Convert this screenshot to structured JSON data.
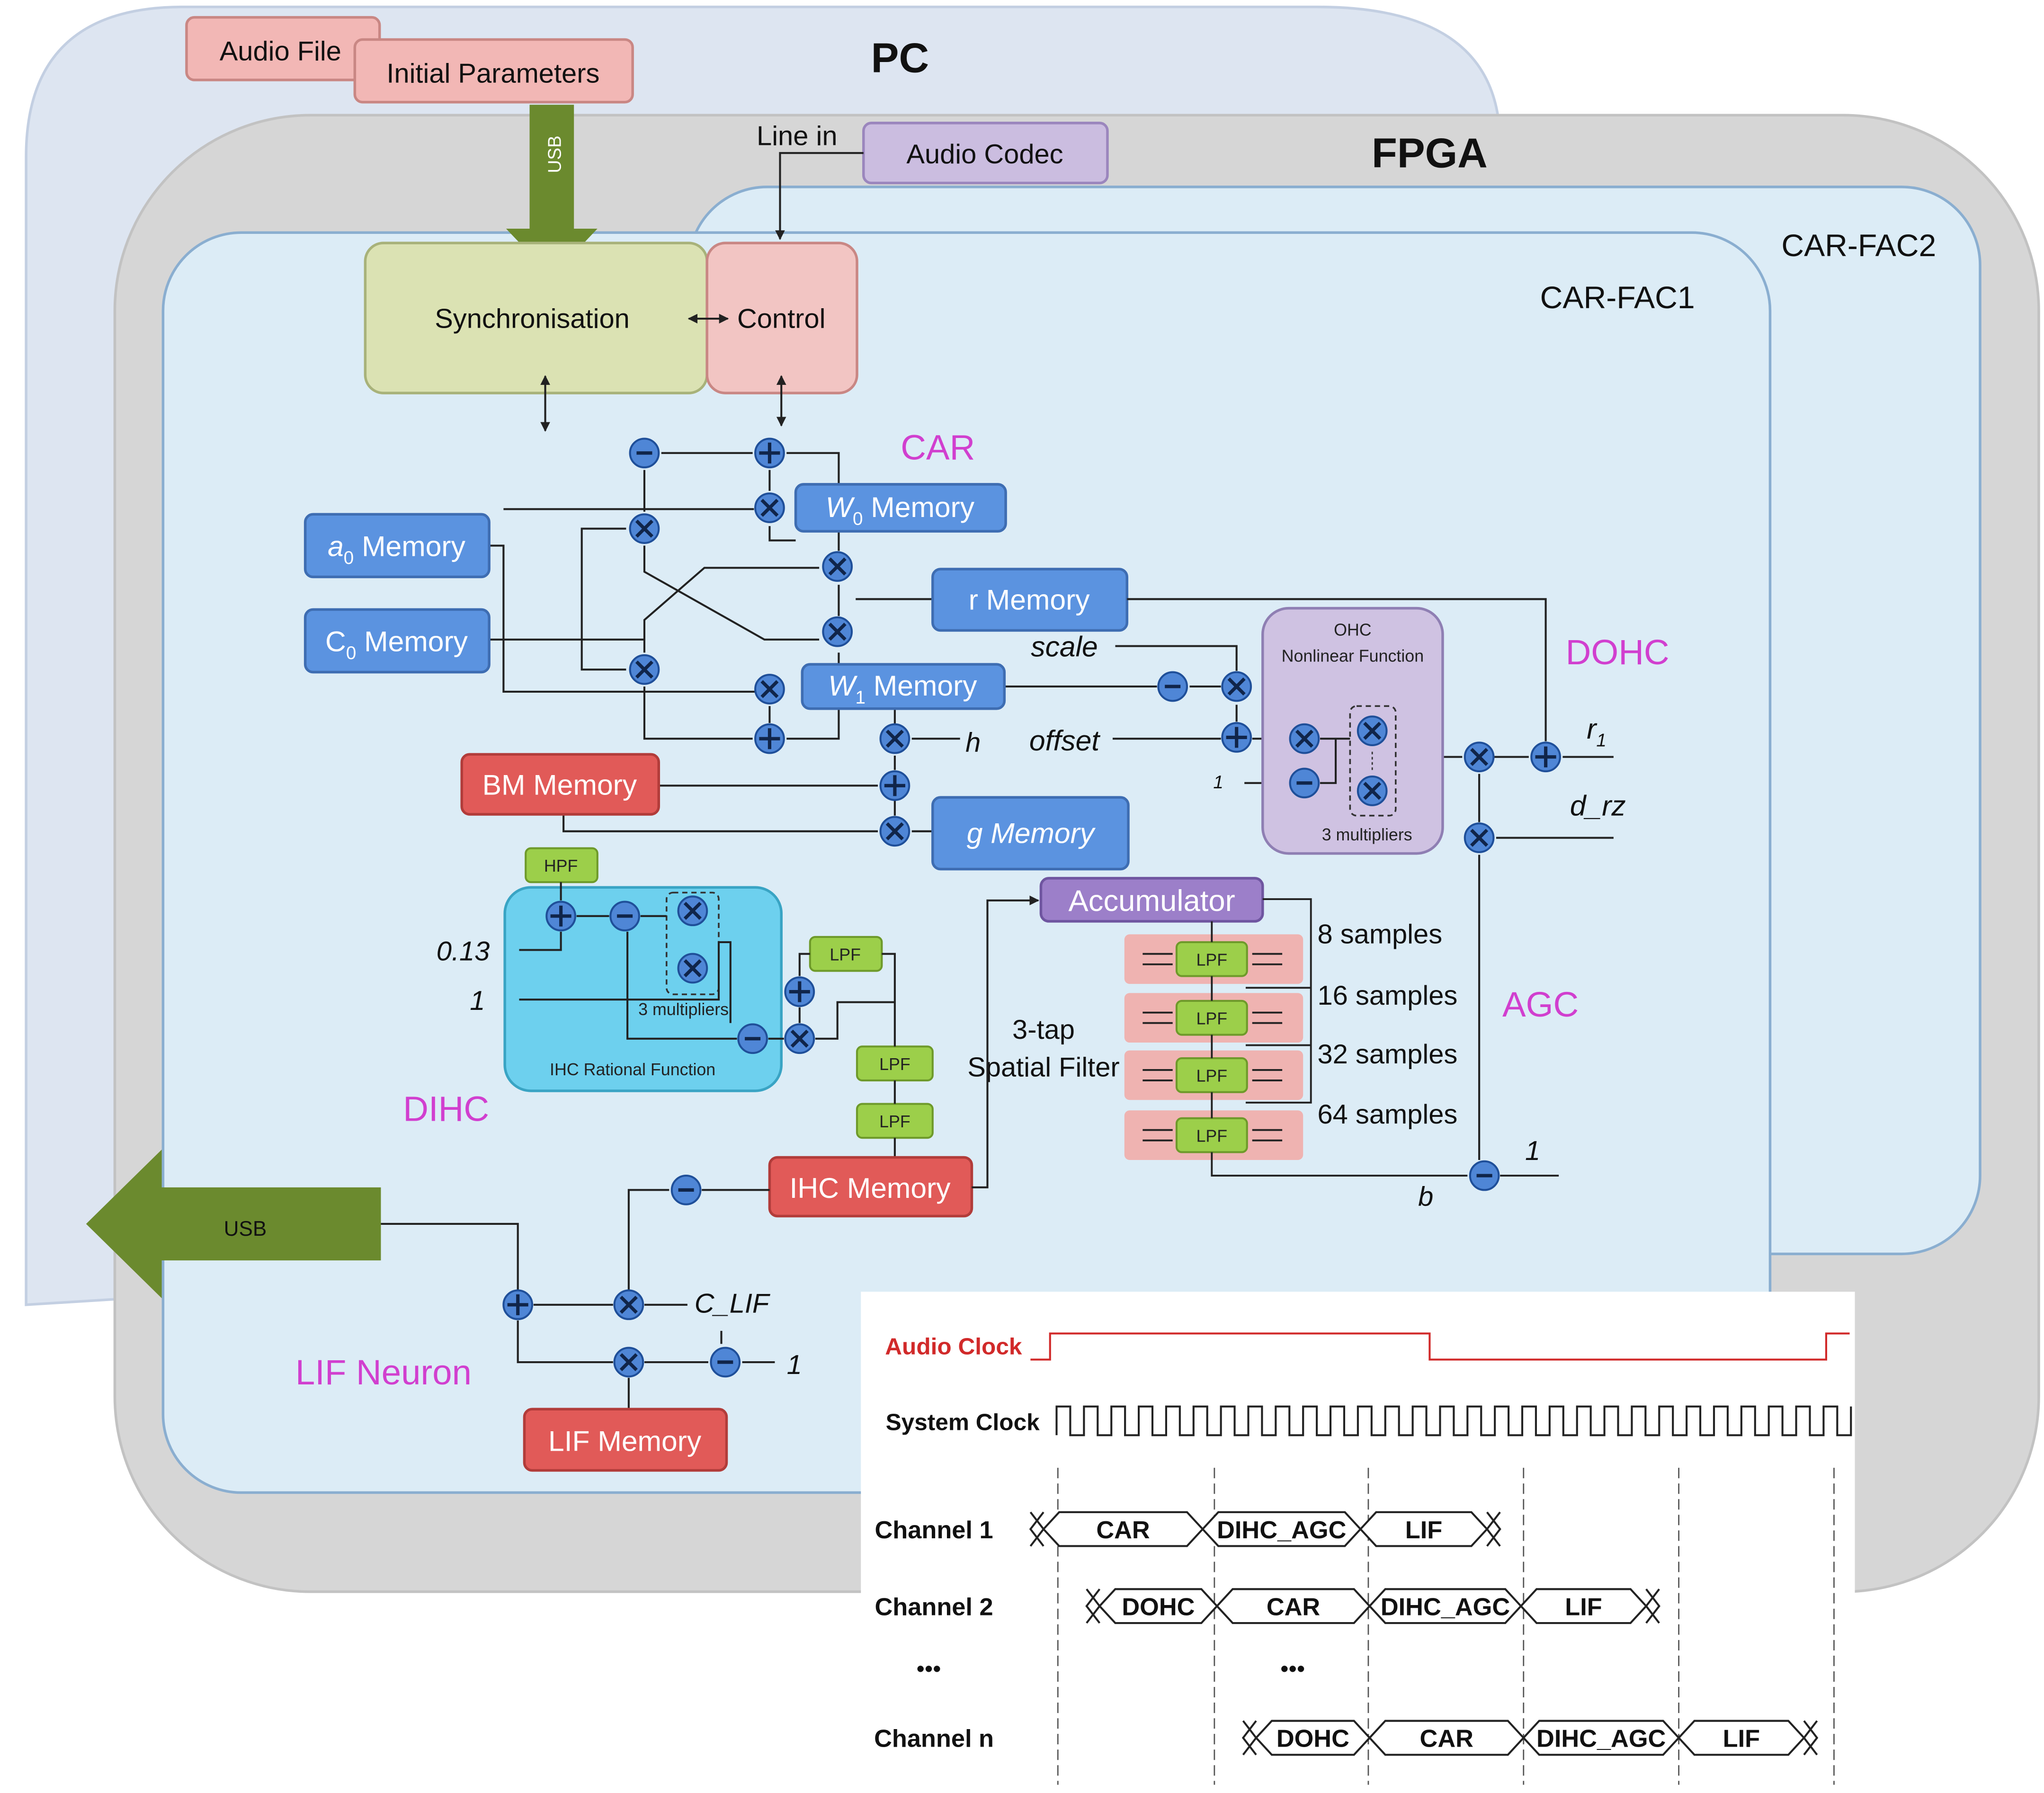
{
  "containers": {
    "pc": "PC",
    "fpga": "FPGA",
    "car_fac2": "CAR-FAC2",
    "car_fac1": "CAR-FAC1"
  },
  "io": {
    "audio_file": "Audio File",
    "initial_parameters": "Initial Parameters",
    "usb_in": "USB",
    "usb_out": "USB",
    "line_in": "Line in",
    "audio_codec": "Audio Codec"
  },
  "control": {
    "synchronisation": "Synchronisation",
    "control": "Control"
  },
  "stages": {
    "car": "CAR",
    "dohc": "DOHC",
    "agc": "AGC",
    "dihc": "DIHC",
    "lif": "LIF Neuron"
  },
  "memories": {
    "a0": "a",
    "a0_sub": "0",
    "c0": "C",
    "c0_sub": "0",
    "w0": "W",
    "w0_sub": "0",
    "w1": "W",
    "w1_sub": "1",
    "memory_word": " Memory",
    "r": "r Memory",
    "bm": "BM Memory",
    "g": "g Memory",
    "ihc": "IHC Memory",
    "lif": "LIF Memory",
    "accumulator": "Accumulator"
  },
  "filters": {
    "hpf": "HPF",
    "lpf": "LPF"
  },
  "function_blocks": {
    "ohc_title_1": "OHC",
    "ohc_title_2": "Nonlinear Function",
    "ohc_multipliers": "3 multipliers",
    "ihc_title": "IHC Rational Function",
    "ihc_multipliers": "3 multipliers"
  },
  "signals": {
    "scale": "scale",
    "offset": "offset",
    "h": "h",
    "r1": "r",
    "r1_sub": "1",
    "d_rz": "d_rz",
    "b": "b",
    "one": "1",
    "c_lif": "C_LIF",
    "const_013": "0.13",
    "spatial_1": "3-tap",
    "spatial_2": "Spatial Filter"
  },
  "samples": [
    "8 samples",
    "16 samples",
    "32 samples",
    "64 samples"
  ],
  "timing": {
    "audio_clock": "Audio Clock",
    "system_clock": "System Clock",
    "ellipsis": "•••",
    "channels": [
      {
        "label": "Channel 1",
        "slots": [
          "CAR",
          "DIHC_AGC",
          "LIF"
        ]
      },
      {
        "label": "Channel 2",
        "slots": [
          "DOHC",
          "CAR",
          "DIHC_AGC",
          "LIF"
        ]
      },
      {
        "label": "Channel n",
        "slots": [
          "DOHC",
          "CAR",
          "DIHC_AGC",
          "LIF"
        ]
      }
    ]
  },
  "colors": {
    "pc_bg": "#dde5f1",
    "fpga_bg": "#d6d6d6",
    "carfac_bg": "#dcecf6",
    "memory_blue": "#5b93e0",
    "memory_red": "#e15a58",
    "accumulator": "#9c7fc9",
    "stage_label": "#d13fcf",
    "usb_arrow": "#6b8a2e",
    "audio_clock": "#d12a2a"
  }
}
